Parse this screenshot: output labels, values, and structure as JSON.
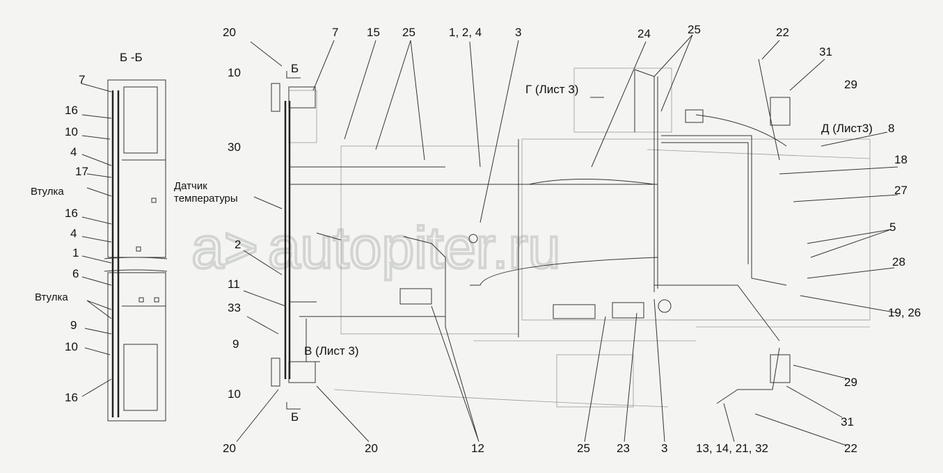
{
  "watermark": "autopiter.ru",
  "section_view": {
    "title": "Б -Б",
    "labels": [
      "7",
      "16",
      "10",
      "4",
      "17",
      "Втулка",
      "16",
      "4",
      "1",
      "6",
      "Втулка",
      "9",
      "10",
      "16"
    ]
  },
  "main_view": {
    "top_labels": [
      "20",
      "7",
      "15",
      "25",
      "1, 2, 4",
      "3",
      "24",
      "25",
      "22",
      "31",
      "29"
    ],
    "right_labels": [
      "8",
      "18",
      "27",
      "5",
      "28",
      "19, 26",
      "29",
      "31",
      "22"
    ],
    "bottom_labels": [
      "20",
      "20",
      "12",
      "25",
      "23",
      "3",
      "13, 14, 21, 32"
    ],
    "left_labels": [
      "10",
      "Б",
      "30",
      "2",
      "11",
      "33",
      "9",
      "10",
      "Б"
    ],
    "sensor_label": [
      "Датчик",
      "температуры"
    ],
    "view_refs": [
      "Г (Лист 3)",
      "Д (Лист3)",
      "В (Лист 3)"
    ]
  }
}
